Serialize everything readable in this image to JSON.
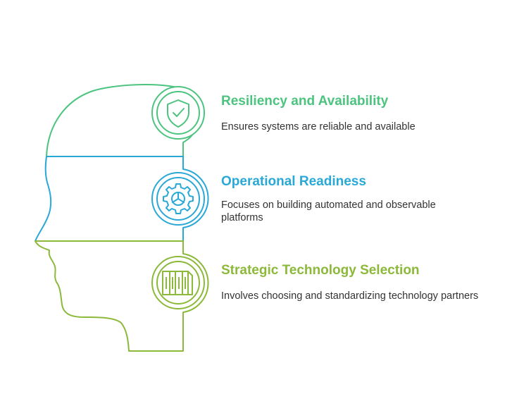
{
  "colors": {
    "green": "#4cc47f",
    "blue": "#2aa8d6",
    "lime": "#8cb93a",
    "text": "#333333"
  },
  "items": [
    {
      "title": "Resiliency and Availability",
      "description": "Ensures systems are reliable and available",
      "icon": "shield-check-icon",
      "color": "#4cc47f"
    },
    {
      "title": "Operational Readiness",
      "description": "Focuses on building automated and observable platforms",
      "icon": "gear-icon",
      "color": "#2aa8d6"
    },
    {
      "title": "Strategic Technology Selection",
      "description": "Involves choosing and standardizing technology partners",
      "icon": "pillars-icon",
      "color": "#8cb93a"
    }
  ]
}
